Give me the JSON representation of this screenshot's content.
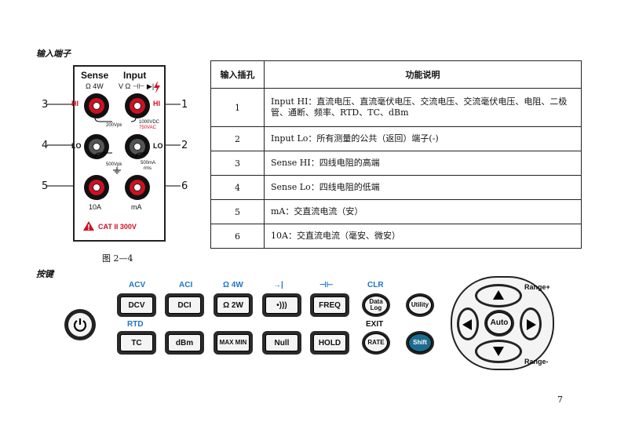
{
  "headings": {
    "input_terminals": "输入端子",
    "keys": "按键"
  },
  "figure_caption": "图 2—4",
  "page_number": "7",
  "panel": {
    "sense": "Sense",
    "input": "Input",
    "sense_sub": "Ω 4W",
    "input_sub": "V Ω ⊣⊢ ▶|",
    "hi_left": "HI",
    "hi_right": "HI",
    "lo_left": "LO",
    "lo_right": "LO",
    "v200": "200Vpk",
    "v1000": "1000VDC",
    "v750": "750VAC",
    "v500": "500Vpk",
    "ma500": "500mA",
    "rms": "rms",
    "a10": "10A",
    "ma": "mA",
    "cat": "CAT II 300V",
    "callouts": [
      "1",
      "2",
      "3",
      "4",
      "5",
      "6"
    ]
  },
  "table": {
    "headers": [
      "输入插孔",
      "功能说明"
    ],
    "rows": [
      {
        "num": "1",
        "desc": "Input HI：直流电压、直流毫伏电压、交流电压、交流毫伏电压、电阻、二极管、通断、频率、RTD、TC、dBm"
      },
      {
        "num": "2",
        "desc": "Input Lo：所有测量的公共（返回）端子(-)"
      },
      {
        "num": "3",
        "desc": "Sense HI：四线电阻的高端"
      },
      {
        "num": "4",
        "desc": "Sense Lo：四线电阻的低端"
      },
      {
        "num": "5",
        "desc": "mA：交直流电流（安）"
      },
      {
        "num": "6",
        "desc": "10A：交直流电流（毫安、微安）"
      }
    ]
  },
  "keys": {
    "shift_top": [
      "ACV",
      "ACI",
      "Ω 4W",
      "→|",
      "⊣⊢",
      "CLR"
    ],
    "row1": [
      "DCV",
      "DCI",
      "Ω 2W",
      "•)))",
      "FREQ"
    ],
    "data_log": "Data Log",
    "utility": "Utility",
    "rtd": "RTD",
    "exit": "EXIT",
    "row2": [
      "TC",
      "dBm",
      "MAX MIN",
      "Null",
      "HOLD"
    ],
    "rate": "RATE",
    "shift": "Shift",
    "auto": "Auto",
    "range_plus": "Range+",
    "range_minus": "Range-"
  },
  "colors": {
    "accent_blue": "#1e74c8",
    "jack_red": "#d10f22",
    "shift_teal": "#1d6c8f"
  }
}
